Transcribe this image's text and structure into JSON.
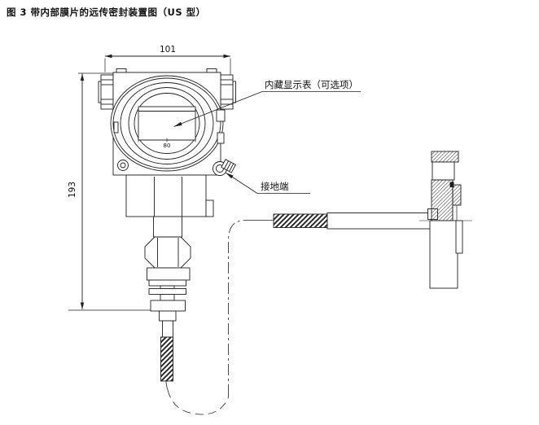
{
  "title": "图 3 带内部膜片的远传密封装置图（US 型）",
  "drawing": {
    "labels": {
      "display": "内藏显示表（可选项）",
      "ground": "接地端"
    },
    "dimensions": {
      "width": "101",
      "height": "193",
      "display_width": "80"
    },
    "colors": {
      "line": "#1f1f1f",
      "background": "#ffffff"
    }
  }
}
